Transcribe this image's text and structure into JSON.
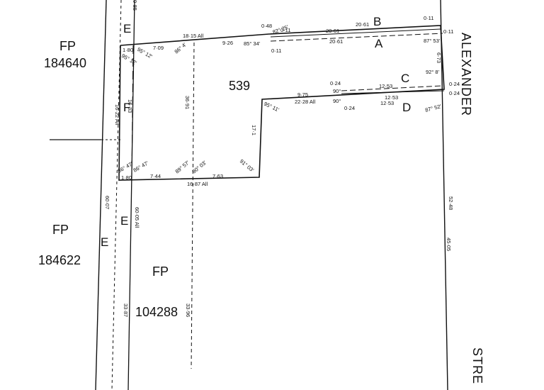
{
  "parcels": {
    "fp_top": {
      "prefix": "FP",
      "number": "184640"
    },
    "fp_left": {
      "prefix": "FP",
      "number": "184622"
    },
    "fp_bottom": {
      "prefix": "FP",
      "number": "104288"
    },
    "lot": "539"
  },
  "street": {
    "name_right": "ALEXANDER",
    "name_bottom": "STRE"
  },
  "easements": {
    "e_top": "E",
    "e_mid1": "E",
    "e_mid2": "E",
    "f": "F",
    "a": "A",
    "b": "B",
    "c": "C",
    "d": "D"
  },
  "dimensions": {
    "top_all": "18·15 All",
    "top_left": "7·09",
    "top_right": "9·26",
    "ab_top": "20·61",
    "ab_top2": "20·61",
    "ab_bottom": "20·61",
    "offset_048": "0·48",
    "offset_011a": "0·11",
    "offset_011b": "0·11",
    "offset_011c": "0·11",
    "offset_011d": "0·11",
    "right_673": "6·73",
    "right_5248": "52·48",
    "right_4505": "45·05",
    "step_975": "9·75",
    "step_all": "22·28 All",
    "cd_top": "12·53",
    "cd_bottom": "12·53",
    "cd_mid": "12·53",
    "off_024a": "0·24",
    "off_024b": "0·24",
    "off_024c": "0·24",
    "off_024d": "0·24",
    "step_down": "17·1",
    "bottom_all": "16·87 All",
    "bottom_left": "7·44",
    "bottom_right": "7·63",
    "left_all": "16·22 All",
    "left_1633": "16·33",
    "left_180a": "1·80",
    "left_180b": "1·80",
    "dash_3691": "36·91",
    "far_985": "9·85",
    "far_6007": "60·07",
    "far_6005": "60·05 All",
    "far_3387": "33·87",
    "far_3396": "33·96"
  },
  "angles": {
    "a_top_left1": "95° 12'",
    "a_top_left2": "95° 12'",
    "a_top_mid": "86° 4'",
    "a_top_ab": "85° 34'",
    "a_top_b": "82° 25'",
    "a_top_right": "87° 53'",
    "a_step_left": "95° 11'",
    "a_step_90": "90°",
    "a_step_90b": "90°",
    "a_c_right": "92° 8'",
    "a_d_right": "87° 52'",
    "a_bot_left1": "86° 47'",
    "a_bot_left2": "86° 47'",
    "a_bot_mid1": "89° 57'",
    "a_bot_mid2": "90° 03'",
    "a_bot_right": "91° 03'"
  }
}
